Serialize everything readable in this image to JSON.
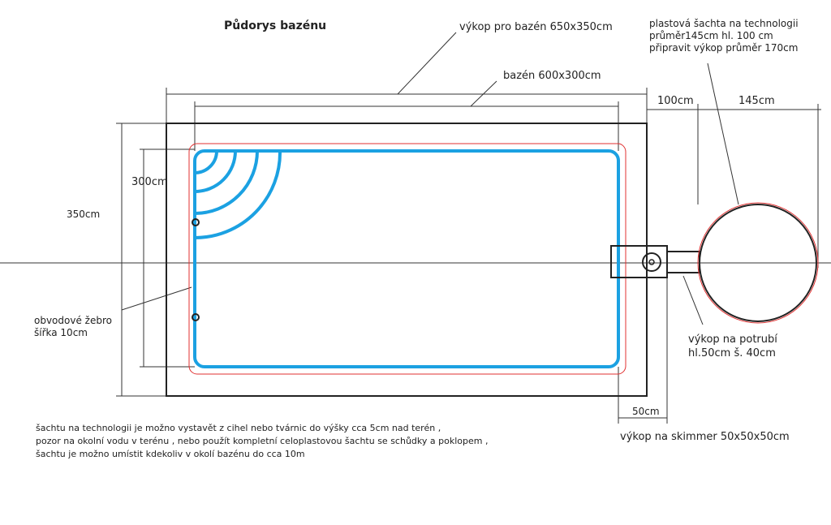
{
  "title": "Půdorys bazénu",
  "labels": {
    "excavation": "výkop pro bazén 650x350cm",
    "pool": "bazén 600x300cm",
    "shaft_note": [
      "plastová šachta na technologii",
      "průměr145cm hl. 100 cm",
      "připravit výkop průměr 170cm"
    ],
    "dim_100": "100cm",
    "dim_145": "145cm",
    "dim_300": "300cm",
    "dim_350": "350cm",
    "dim_50": "50cm",
    "rib": [
      "obvodové žebro",
      "šířka 10cm"
    ],
    "pipe": [
      "výkop na potrubí",
      "hl.50cm š. 40cm"
    ],
    "skimmer": "výkop na skimmer 50x50x50cm"
  },
  "notes": [
    "šachtu na technologii  je možno vystavět z cihel nebo tvárnic do výšky cca 5cm nad terén ,",
    "pozor na okolní vodu v terénu , nebo použít kompletní celoplastovou šachtu se schůdky a poklopem ,",
    "šachtu je možno umístit kdekoliv v okolí bazénu do cca 10m"
  ],
  "colors": {
    "pool": "#1ba1e2",
    "rib": "#e03030",
    "line": "#222222"
  }
}
